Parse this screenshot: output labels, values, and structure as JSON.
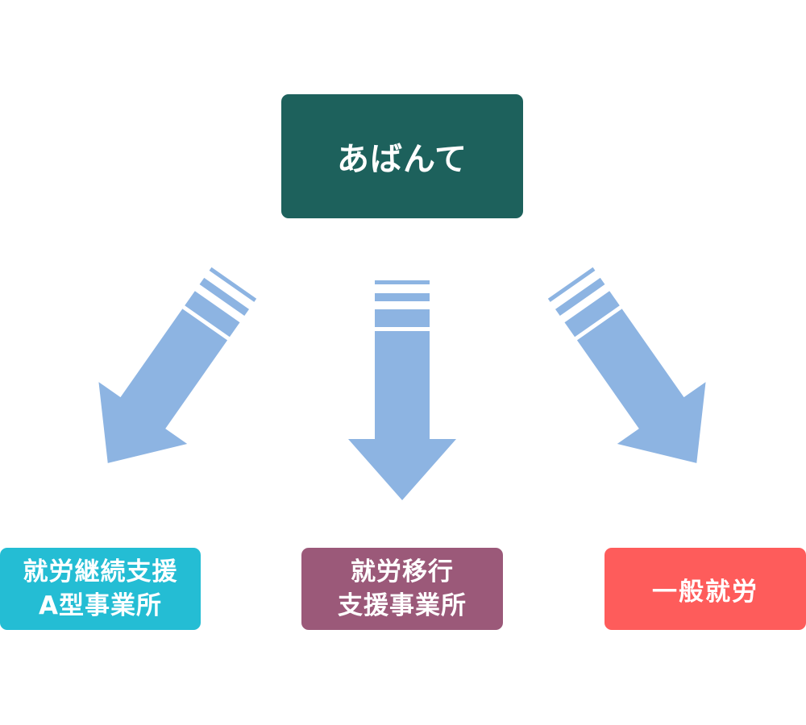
{
  "diagram": {
    "source_node": {
      "label": "あばんて",
      "color": "#1d615c"
    },
    "target_nodes": [
      {
        "id": "type-a",
        "lines": [
          "就労継続支援",
          "A型事業所"
        ],
        "color": "#24bdd4"
      },
      {
        "id": "transition",
        "lines": [
          "就労移行",
          "支援事業所"
        ],
        "color": "#9b5979"
      },
      {
        "id": "general",
        "lines": [
          "一般就労"
        ],
        "color": "#fe5c5b"
      }
    ],
    "arrow_color": "#8db4e2",
    "edges": [
      {
        "from": "source_node",
        "to": "type-a"
      },
      {
        "from": "source_node",
        "to": "transition"
      },
      {
        "from": "source_node",
        "to": "general"
      }
    ]
  }
}
